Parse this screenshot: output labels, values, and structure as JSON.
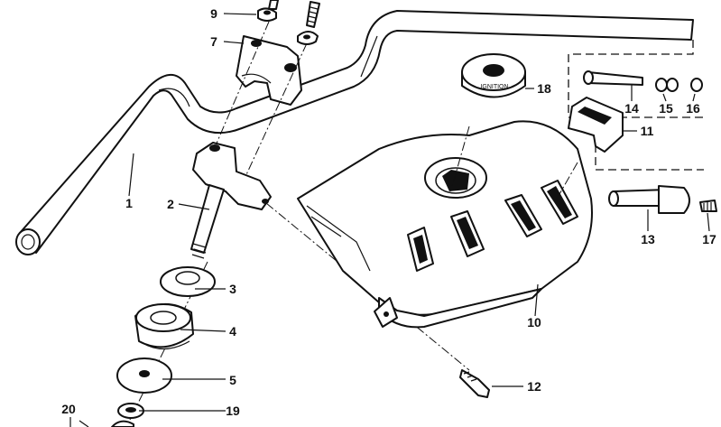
{
  "callouts": {
    "c1": "1",
    "c2": "2",
    "c3": "3",
    "c4": "4",
    "c5": "5",
    "c7": "7",
    "c9": "9",
    "c10": "10",
    "c11": "11",
    "c12": "12",
    "c13": "13",
    "c14": "14",
    "c15": "15",
    "c16": "16",
    "c17": "17",
    "c18": "18",
    "c19": "19",
    "c20": "20"
  },
  "lock_ring_text": "IGNITION"
}
